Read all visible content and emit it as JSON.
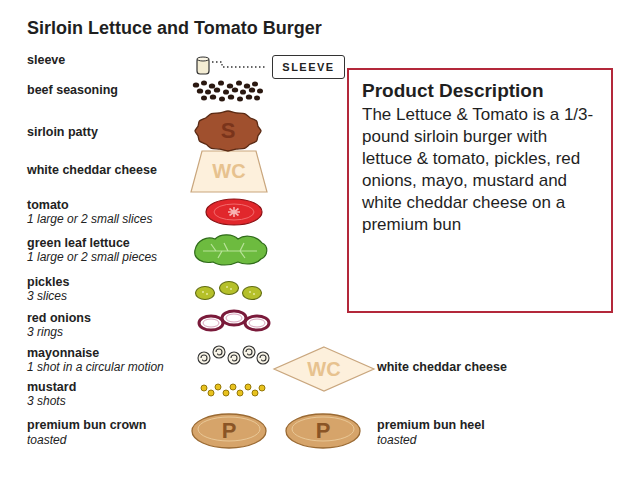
{
  "diagram": {
    "title": "Sirloin Lettuce and Tomato Burger",
    "nodes": [
      {
        "text": [
          "SLEEVE"
        ]
      },
      {
        "text": [
          "Product Description",
          "The Lettuce & Tomato is a 1/3-pound sirloin burger with lettuce & tomato, pickles, red onions, mayo, mustard and white cheddar cheese on a premium bun"
        ]
      },
      {
        "text": [
          "S"
        ]
      },
      {
        "text": [
          "WC"
        ]
      },
      {
        "text": [
          "WC"
        ]
      },
      {
        "text": [
          "P"
        ]
      },
      {
        "text": [
          "P"
        ]
      }
    ],
    "labels": [
      "sleeve",
      "beef seasoning",
      "sirloin patty",
      "white cheddar cheese",
      "tomato",
      "1 large or 2 small slices",
      "green leaf lettuce",
      "1 large or 2 small pieces",
      "pickles",
      "3 slices",
      "red onions",
      "3 rings",
      "mayonnaise",
      "1 shot in a circular motion",
      "white cheddar cheese",
      "mustard",
      "3 shots",
      "premium bun crown",
      "toasted",
      "premium bun heel",
      "toasted"
    ]
  }
}
